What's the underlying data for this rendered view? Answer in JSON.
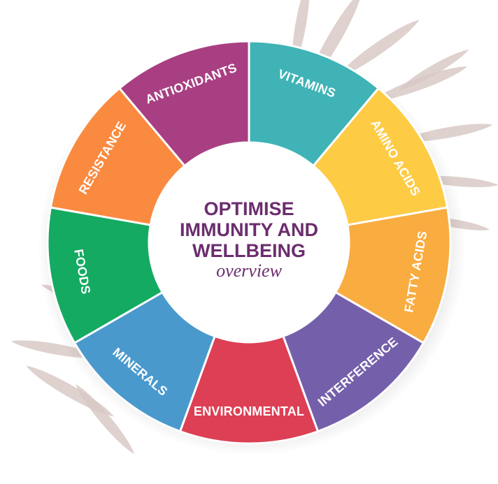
{
  "center": {
    "title_lines": [
      "OPTIMISE",
      "IMMUNITY AND",
      "WELLBEING"
    ],
    "subtitle": "overview"
  },
  "segments": [
    {
      "label": "VITAMINS",
      "color": "#3fb3b6"
    },
    {
      "label": "AMINO ACIDS",
      "color": "#fecb45"
    },
    {
      "label": "FATTY ACIDS",
      "color": "#f9ac40"
    },
    {
      "label": "INTERFERENCE",
      "color": "#7460aa"
    },
    {
      "label": "ENVIRONMENTAL",
      "color": "#dd3f54"
    },
    {
      "label": "MINERALS",
      "color": "#4999cd"
    },
    {
      "label": "FOODS",
      "color": "#14aa62"
    },
    {
      "label": "RESISTANCE",
      "color": "#fa8a3f"
    },
    {
      "label": "ANTIOXIDANTS",
      "color": "#a83f82"
    }
  ],
  "colors": {
    "center_text": "#6b2d6e",
    "leaf": "#d9c9c6",
    "ring_border": "#ffffff"
  },
  "icons": [
    "leaf-icon"
  ]
}
